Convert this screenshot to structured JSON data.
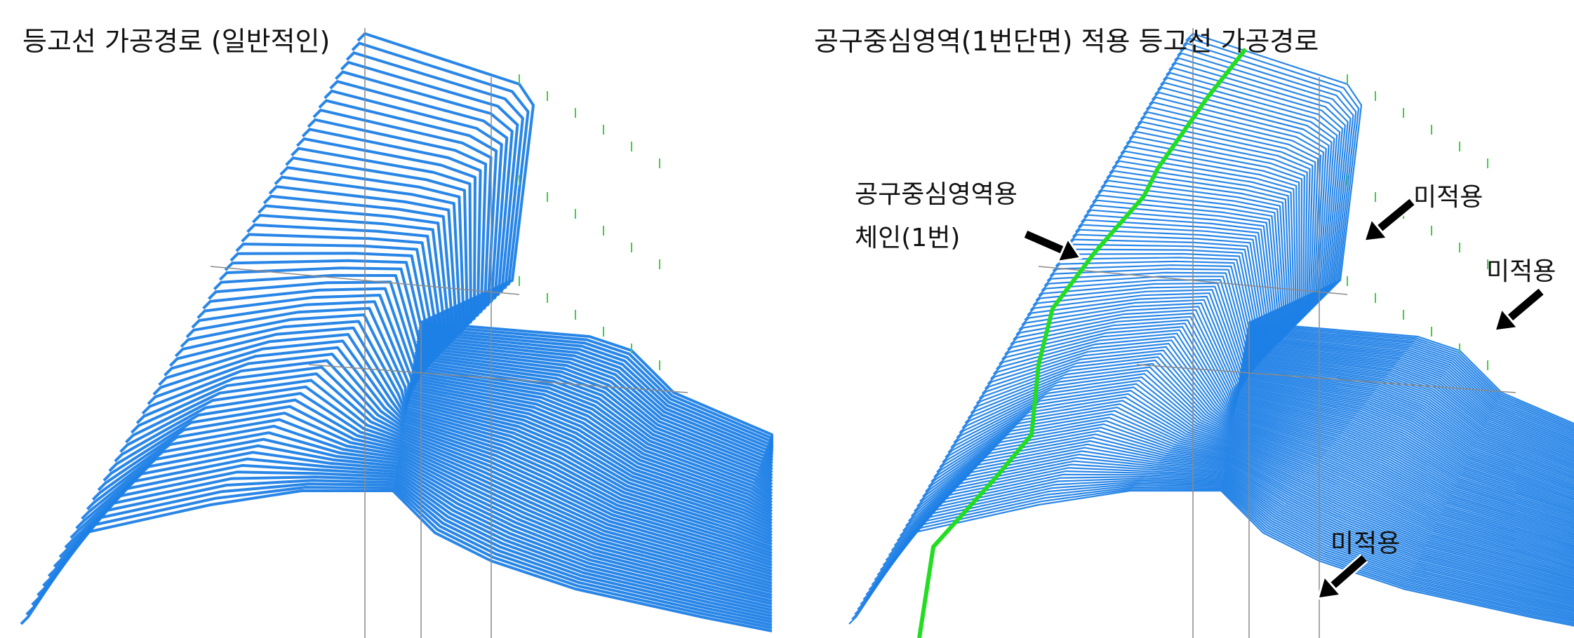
{
  "left_panel": {
    "title": "등고선 가공경로 (일반적인)"
  },
  "right_panel": {
    "title": "공구중심영역(1번단면) 적용 등고선 가공경로",
    "callouts": [
      {
        "text_line1": "공구중심영역용",
        "text_line2": "체인(1번)"
      },
      {
        "text": "미적용"
      },
      {
        "text": "미적용"
      },
      {
        "text": "미적용"
      }
    ]
  },
  "colors": {
    "toolpath": "#1e7fe6",
    "chain": "#22dd22",
    "model_edge": "#8a8a8a",
    "arrow": "#000000",
    "lift": "#44cc44"
  }
}
